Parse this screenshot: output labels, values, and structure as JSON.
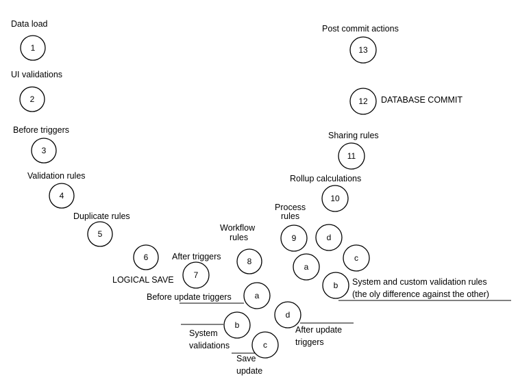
{
  "nodes": [
    {
      "id": "1",
      "label": "Data load"
    },
    {
      "id": "2",
      "label": "UI validations"
    },
    {
      "id": "3",
      "label": "Before triggers"
    },
    {
      "id": "4",
      "label": "Validation rules"
    },
    {
      "id": "5",
      "label": "Duplicate rules"
    },
    {
      "id": "6",
      "label": "LOGICAL SAVE"
    },
    {
      "id": "7",
      "label": "After triggers"
    },
    {
      "id": "8",
      "label": "Workflow rules"
    },
    {
      "id": "9",
      "label": "Process rules"
    },
    {
      "id": "10",
      "label": "Rollup calculations"
    },
    {
      "id": "11",
      "label": "Sharing rules"
    },
    {
      "id": "12",
      "label": "DATABASE COMMIT"
    },
    {
      "id": "13",
      "label": "Post commit actions"
    }
  ],
  "sub_left": [
    {
      "id": "a",
      "label": "Before update triggers"
    },
    {
      "id": "b",
      "label": "System validations"
    },
    {
      "id": "c",
      "label": "Save update"
    },
    {
      "id": "d",
      "label": "After update triggers"
    }
  ],
  "sub_right": [
    {
      "id": "a",
      "label": ""
    },
    {
      "id": "b",
      "label": "System and custom validation rules (the oly difference against the other)"
    },
    {
      "id": "c",
      "label": ""
    },
    {
      "id": "d",
      "label": ""
    }
  ]
}
